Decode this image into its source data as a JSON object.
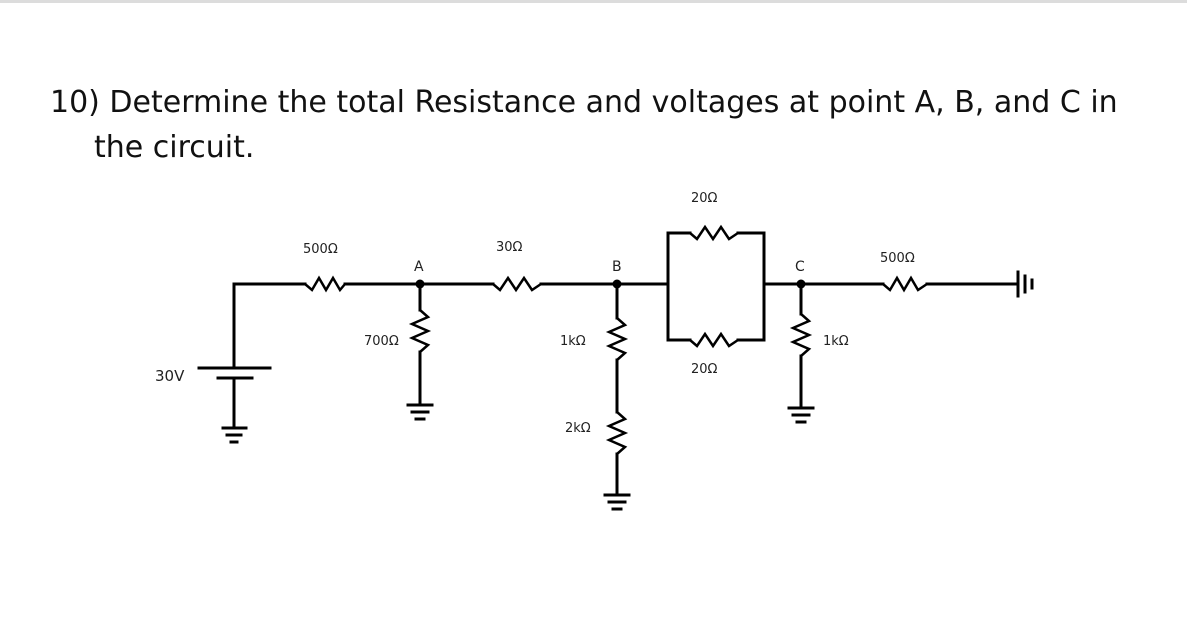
{
  "question": {
    "line1": "10) Determine the total Resistance and voltages at point A, B, and C in",
    "line2": "the circuit."
  },
  "circuit": {
    "source_label": "30V",
    "resistors": {
      "r_series_1": "500Ω",
      "r_shunt_a": "700Ω",
      "r_series_2": "30Ω",
      "r_shunt_b_top": "1kΩ",
      "r_shunt_b_bottom": "2kΩ",
      "r_parallel_top": "20Ω",
      "r_parallel_bottom": "20Ω",
      "r_shunt_c": "1kΩ",
      "r_series_3": "500Ω"
    },
    "nodes": {
      "a": "A",
      "b": "B",
      "c": "C"
    }
  }
}
